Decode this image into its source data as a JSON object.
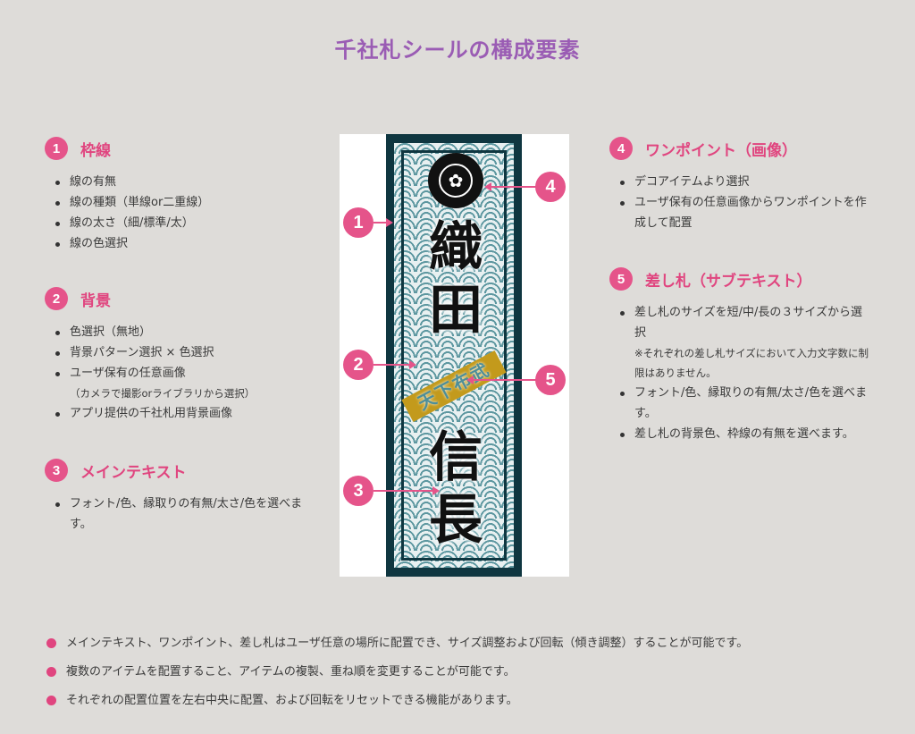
{
  "title": "千社札シールの構成要素",
  "sections": [
    {
      "num": "1",
      "title": "枠線",
      "items": [
        "線の有無",
        "線の種類（単線or二重線）",
        "線の太さ（細/標準/太）",
        "線の色選択"
      ]
    },
    {
      "num": "2",
      "title": "背景",
      "items": [
        "色選択（無地）",
        "背景パターン選択 × 色選択",
        "ユーザ保有の任意画像",
        "（カメラで撮影orライブラリから選択）",
        "アプリ提供の千社札用背景画像"
      ]
    },
    {
      "num": "3",
      "title": "メインテキスト",
      "items": [
        "フォント/色、縁取りの有無/太さ/色を選べます。"
      ]
    },
    {
      "num": "4",
      "title": "ワンポイント（画像）",
      "items": [
        "デコアイテムより選択",
        "ユーザ保有の任意画像からワンポイントを作成して配置"
      ]
    },
    {
      "num": "5",
      "title": "差し札（サブテキスト）",
      "items": [
        "差し札のサイズを短/中/長の３サイズから選択",
        "※それぞれの差し札サイズにおいて入力文字数に制限はありません。",
        "フォント/色、縁取りの有無/太さ/色を選べます。",
        "差し札の背景色、枠線の有無を選べます。"
      ]
    }
  ],
  "sticker": {
    "main_text": "織田信長",
    "sub_text": "天下布武",
    "kamon": "✿"
  },
  "markers": [
    "1",
    "2",
    "3",
    "4",
    "5"
  ],
  "notes": [
    "メインテキスト、ワンポイント、差し札はユーザ任意の場所に配置でき、サイズ調整および回転（傾き調整）することが可能です。",
    "複数のアイテムを配置すること、アイテムの複製、重ね順を変更することが可能です。",
    "それぞれの配置位置を左右中央に配置、および回転をリセットできる機能があります。"
  ],
  "colors": {
    "accent": "#e5548a",
    "title": "#9a5cb4",
    "frame": "#0f3640",
    "background": "#dedcd9"
  }
}
